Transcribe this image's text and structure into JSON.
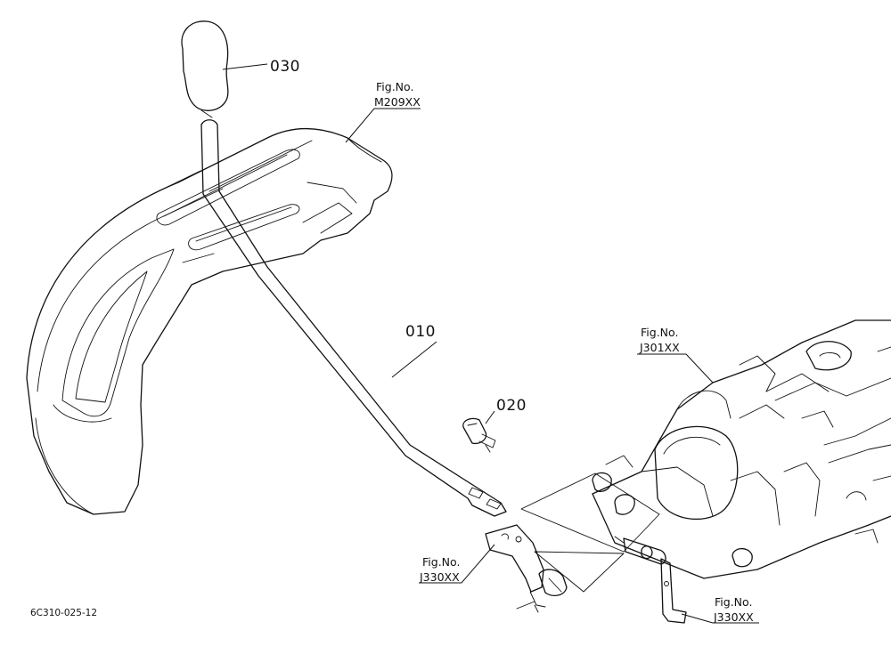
{
  "part_labels": {
    "p030": "030",
    "p010": "010",
    "p020": "020"
  },
  "fig_refs": [
    {
      "title": "Fig.No.",
      "code": "M209XX"
    },
    {
      "title": "Fig.No.",
      "code": "J301XX"
    },
    {
      "title": "Fig.No.",
      "code": "J330XX"
    },
    {
      "title": "Fig.No.",
      "code": "J330XX"
    }
  ],
  "drawing_code": "6C310-025-12"
}
